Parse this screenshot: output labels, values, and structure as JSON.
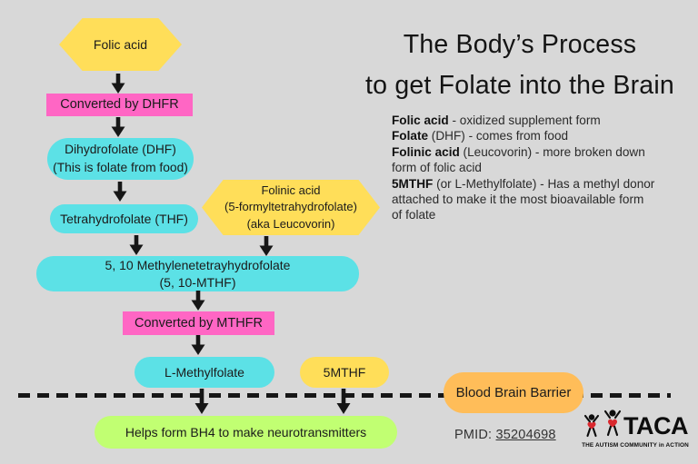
{
  "title": {
    "line1": "The Body’s Process",
    "line2": "to get Folate into the Brain"
  },
  "definitions": [
    {
      "term": "Folic acid",
      "rest": " - oxidized supplement form"
    },
    {
      "term": "Folate",
      "rest": " (DHF) - comes from food"
    },
    {
      "term": "Folinic acid",
      "rest": " (Leucovorin) - more broken down\nform of folic acid"
    },
    {
      "term": "5MTHF",
      "rest": " (or L-Methylfolate) - Has a methyl donor\nattached to make it the most bioavailable form\nof folate"
    }
  ],
  "flowchart": {
    "folic_acid": "Folic acid",
    "converted_by_dhfr": "Converted by DHFR",
    "dhf": [
      "Dihydrofolate (DHF)",
      "(This is folate from food)"
    ],
    "thf": "Tetrahydrofolate (THF)",
    "folinic": [
      "Folinic acid",
      "(5-formyltetrahydrofolate)",
      "(aka Leucovorin)"
    ],
    "mthf_5_10": [
      "5, 10 Methylenetetrayhydrofolate",
      "(5, 10-MTHF)"
    ],
    "converted_by_mthfr": "Converted by MTHFR",
    "l_methylfolate": "L-Methylfolate",
    "five_mthf": "5MTHF",
    "blood_brain_barrier": "Blood Brain Barrier",
    "bh4": "Helps form BH4 to make neurotransmitters"
  },
  "footer": {
    "pmid_label": "PMID:",
    "pmid_value": "35204698"
  },
  "logo": {
    "name": "TACA",
    "tagline": "THE AUTISM COMMUNITY in ACTION"
  },
  "colors": {
    "yellow": "#FFDE59",
    "pink": "#FF66C4",
    "cyan": "#5CE1E6",
    "green": "#C1FF72",
    "orange": "#FFBD59",
    "background": "#D8D8D8",
    "arrow_black": "#161616",
    "logo_red": "#D9282E"
  }
}
